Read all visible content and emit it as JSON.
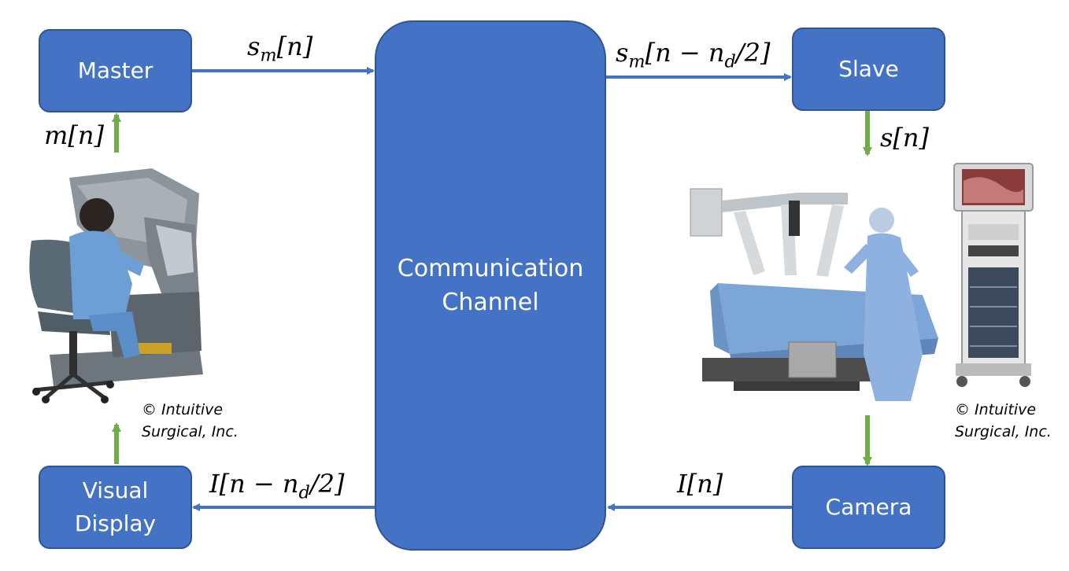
{
  "blocks": {
    "master": "Master",
    "slave": "Slave",
    "visual_display": "Visual\nDisplay",
    "camera": "Camera",
    "channel": "Communication\nChannel"
  },
  "signals": {
    "master_out": "s_m[n]",
    "slave_in": "s_m[n − n_d/2]",
    "master_input": "m[n]",
    "slave_output": "s[n]",
    "camera_out": "I[n]",
    "display_in": "I[n − n_d/2]"
  },
  "credits": {
    "left": "© Intuitive\nSurgical, Inc.",
    "right": "© Intuitive\nSurgical, Inc."
  },
  "colors": {
    "box_fill": "#4472c4",
    "blue_arrow": "#4472c4",
    "green_arrow": "#70ad47"
  },
  "images": {
    "left": "surgeon-console-photo",
    "right": "patient-side-cart-photo"
  }
}
